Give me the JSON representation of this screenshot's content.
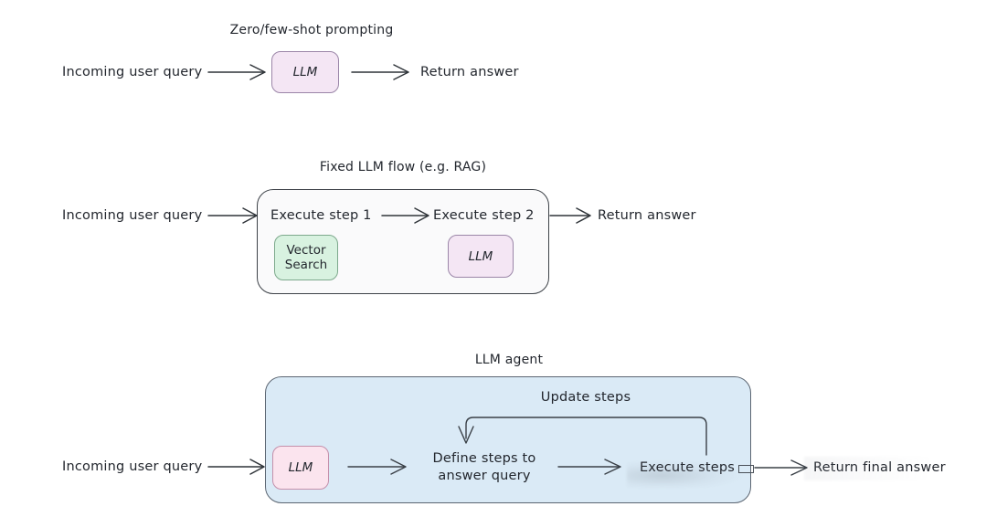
{
  "figure": {
    "title": "LLM usage patterns: prompting vs fixed flow vs agent",
    "background_color": "#ffffff",
    "ink_color": "#23272e"
  },
  "palette": {
    "llm_box_fill": "#f4e6f4",
    "llm_box_border": "#9b86a8",
    "llm_pink_fill": "#fbe4ee",
    "llm_pink_border": "#c490ab",
    "vector_box_fill": "#d8f2e0",
    "vector_box_border": "#7da98c",
    "flow_frame_fill": "#fafafb",
    "flow_frame_border": "#3d4248",
    "agent_frame_fill": "#daeaf6",
    "agent_frame_border": "#5c6672",
    "arrow_color": "#2f3439"
  },
  "rows": [
    {
      "id": "zero-few-shot",
      "title": "Zero/few-shot prompting",
      "input_label": "Incoming user query",
      "output_label": "Return answer",
      "node_label": "LLM"
    },
    {
      "id": "fixed-flow",
      "title": "Fixed LLM flow (e.g. RAG)",
      "input_label": "Incoming user query",
      "output_label": "Return answer",
      "steps": [
        {
          "label": "Execute step 1",
          "tool": "Vector\nSearch",
          "tool_line1": "Vector",
          "tool_line2": "Search"
        },
        {
          "label": "Execute step 2",
          "tool": "LLM",
          "tool_line1": "LLM",
          "tool_line2": ""
        }
      ]
    },
    {
      "id": "llm-agent",
      "title": "LLM agent",
      "input_label": "Incoming user query",
      "output_label": "Return final answer",
      "node_label": "LLM",
      "loop_label": "Update steps",
      "stages": [
        {
          "line1": "Define steps to",
          "line2": "answer query"
        },
        {
          "line1": "Execute steps",
          "line2": ""
        }
      ]
    }
  ]
}
